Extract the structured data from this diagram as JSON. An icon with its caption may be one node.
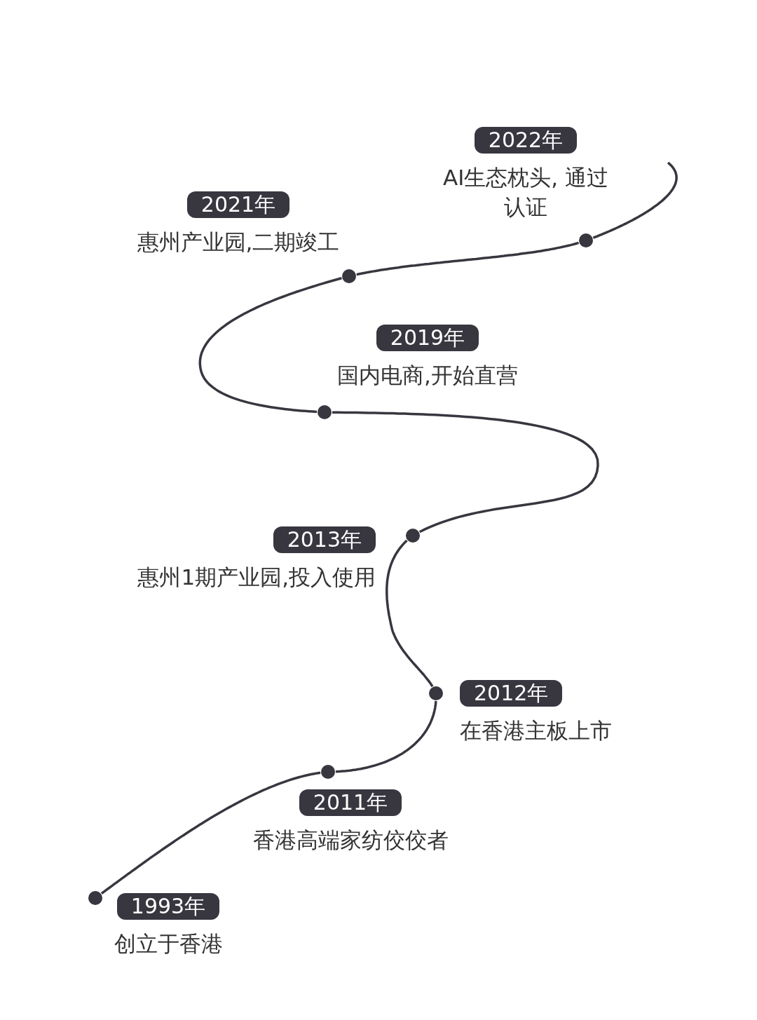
{
  "diagram": {
    "nodes": [
      {
        "text": [
          "2022年",
          "AI生态枕头, 通过认证"
        ]
      },
      {
        "text": [
          "2021年",
          "惠州产业园,二期竣工"
        ]
      },
      {
        "text": [
          "2019年",
          "国内电商,开始直营"
        ]
      },
      {
        "text": [
          "2013年",
          "惠州1期产业园,投入使用"
        ]
      },
      {
        "text": [
          "2012年",
          "在香港主板上市"
        ]
      },
      {
        "text": [
          "2011年",
          "香港高端家纺佼佼者"
        ]
      },
      {
        "text": [
          "1993年",
          "创立于香港"
        ]
      },
      {
        "text": [],
        "shape": "circle"
      },
      {
        "text": [],
        "shape": "circle"
      },
      {
        "text": [],
        "shape": "circle"
      },
      {
        "text": [],
        "shape": "circle"
      },
      {
        "text": [],
        "shape": "circle"
      },
      {
        "text": [],
        "shape": "circle"
      },
      {
        "text": [],
        "shape": "circle"
      }
    ],
    "edges": [
      {
        "from": 7,
        "to": null,
        "arrow": "none"
      },
      {
        "from": 7,
        "to": 8,
        "arrow": "none"
      },
      {
        "from": 8,
        "to": 9,
        "arrow": "none"
      },
      {
        "from": 9,
        "to": 10,
        "arrow": "none"
      },
      {
        "from": 10,
        "to": 11,
        "arrow": "none"
      },
      {
        "from": 11,
        "to": 12,
        "arrow": "none"
      },
      {
        "from": 12,
        "to": 13,
        "arrow": "none"
      }
    ]
  }
}
